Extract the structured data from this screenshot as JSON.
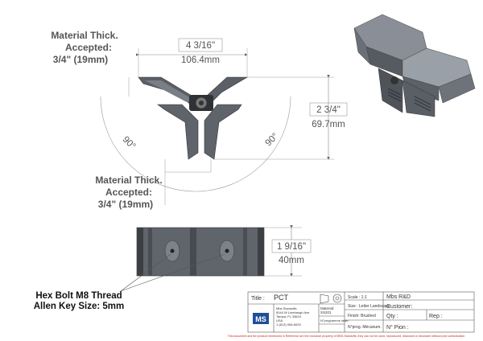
{
  "drawing": {
    "top_note": {
      "line1": "Material Thick.",
      "line2": "Accepted:",
      "line3": "3/4\" (19mm)"
    },
    "bottom_note": {
      "line1": "Material Thick.",
      "line2": "Accepted:",
      "line3": "3/4\" (19mm)"
    },
    "width_dim": {
      "imperial": "4 3/16\"",
      "metric": "106.4mm"
    },
    "height_dim": {
      "imperial": "2 3/4\"",
      "metric": "69.7mm"
    },
    "depth_dim": {
      "imperial": "1 9/16\"",
      "metric": "40mm"
    },
    "angle_left": "90°",
    "angle_right": "90°",
    "bolt_note": {
      "line1": "Hex Bolt M8 Thread",
      "line2": "Allen Key Size: 5mm"
    }
  },
  "title_block": {
    "title_label": "Title :",
    "title_value": "PCT",
    "scale": "Scale : 1:1",
    "size": "Size : Letter Landscape",
    "finish": "Finish: Brushed",
    "nprog": "N°prog. Mécanum.",
    "nprog_laser": "N°programme laser:",
    "material_label": "Material:",
    "material_value": "SS201",
    "company_logo": "MS",
    "company_line1": "Mbs Standoffs",
    "company_line2": "5044 W Linebaugh Ave",
    "company_line3": "Tampa, FL 33624",
    "company_line4": "USA",
    "company_line5": "1 (813) 908-6025",
    "mbs_rd": "Mbs R&D",
    "customer": "Customer:",
    "qty": "Qty :",
    "rep": "Rep :",
    "pion": "N° Pion :",
    "disclaimer": "This document and the product mentioned in Reference are the exclusive property of MBS-Standoffs; they can not be used, reproduced, disclosed or disclosed without prior authorization"
  }
}
